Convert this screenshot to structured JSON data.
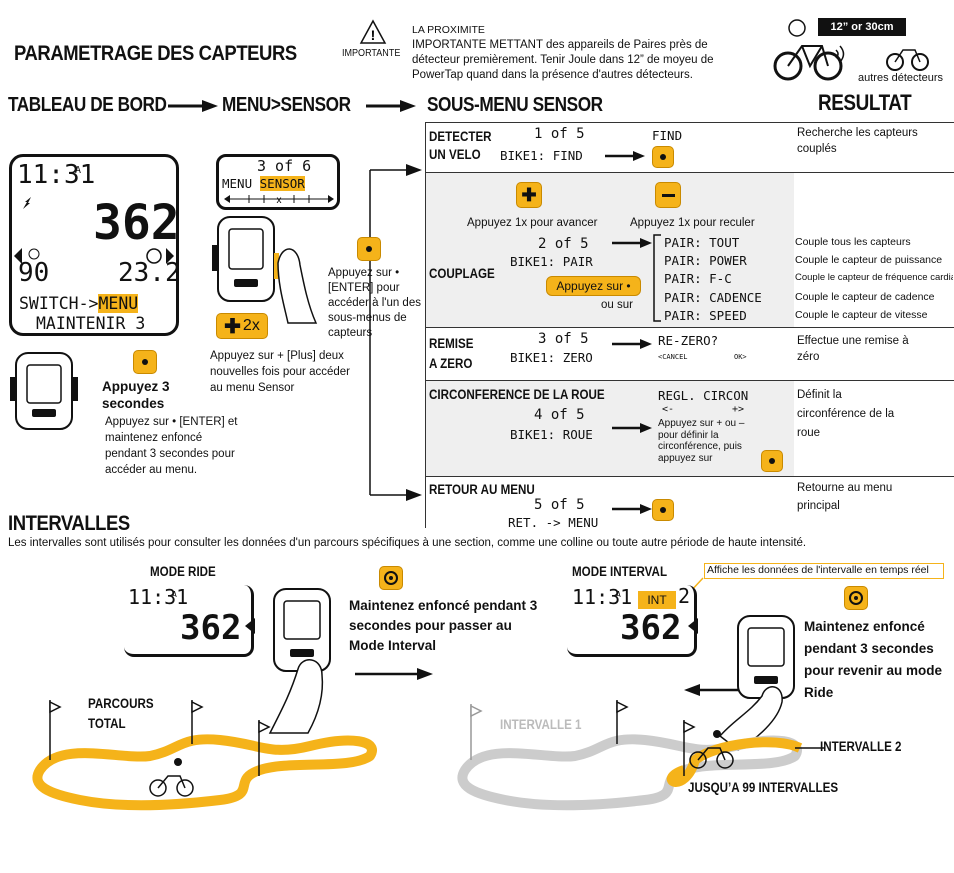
{
  "titles": {
    "param": "PARAMETRAGE DES CAPTEURS",
    "tableau": "TABLEAU DE BORD",
    "menu_sensor": "MENU>SENSOR",
    "sous_menu": "SOUS-MENU SENSOR",
    "resultat": "RESULTAT",
    "intervalles": "INTERVALLES"
  },
  "warning": {
    "label": "IMPORTANTE",
    "title": "LA PROXIMITE",
    "text": "IMPORTANTE METTANT des appareils de Paires près de détecteur premièrement. Tenir Joule dans 12” de moyeu de PowerTap quand dans la présence d'autres détecteurs."
  },
  "proximity": {
    "badge": "12” or 30cm",
    "other": "autres détecteurs"
  },
  "dash": {
    "time": "11:31",
    "ampm": "A",
    "power": "362",
    "left": "90",
    "right": "23.2",
    "line1a": "SWITCH->",
    "line1b": "MENU",
    "line2": "MAINTENIR 3"
  },
  "hold": {
    "title": "Appuyez 3 secondes",
    "text": "Appuyez sur • [ENTER] et maintenez enfoncé pendant 3 secondes pour accéder au menu."
  },
  "menu": {
    "counter": "3 of 6",
    "left": "MENU",
    "right": "SENSOR",
    "plus_label": "2x",
    "text": "Appuyez sur + [Plus] deux nouvelles fois pour accéder au menu Sensor"
  },
  "enter_note": "Appuyez sur • [ENTER] pour accéder à l'un des sous-menus de capteurs",
  "rows": {
    "detect": {
      "title1": "DETECTER",
      "title2": "UN VELO",
      "counter": "1 of 5",
      "find": "FIND",
      "bike": "BIKE1:",
      "value": "FIND",
      "result": "Recherche les capteurs couplés"
    },
    "couplage": {
      "title": "COUPLAGE",
      "avancer": "Appuyez 1x pour avancer",
      "reculer": "Appuyez 1x pour reculer",
      "counter": "2 of 5",
      "bike": "BIKE1:",
      "value": "PAIR",
      "btn": "Appuyez sur •",
      "ousur": "ou sur",
      "options": [
        "PAIR: TOUT",
        "PAIR: POWER",
        "PAIR: F-C",
        "PAIR: CADENCE",
        "PAIR: SPEED"
      ],
      "results": [
        "Couple tous les capteurs",
        "Couple le capteur de puissance",
        "Couple le capteur de fréquence cardiaque",
        "Couple le capteur de cadence",
        "Couple le capteur de vitesse"
      ]
    },
    "remise": {
      "title1": "REMISE",
      "title2": "A ZERO",
      "counter": "3 of 5",
      "bike": "BIKE1:",
      "value": "ZERO",
      "screen": "RE-ZERO?",
      "cancel": "<CANCEL",
      "ok": "OK>",
      "result": "Effectue une remise à zéro"
    },
    "circ": {
      "title": "CIRCONFERENCE DE LA ROUE",
      "screen": "REGL. CIRCON",
      "lt": "<-",
      "gt": "+>",
      "counter": "4 of 5",
      "bike": "BIKE1:",
      "value": "ROUE",
      "note": "Appuyez sur + ou – pour définir la circonférence, puis appuyez sur",
      "result": "Définit la circonférence de la roue"
    },
    "retour": {
      "title": "RETOUR AU MENU",
      "counter": "5 of 5",
      "value": "RET. -> MENU",
      "result": "Retourne au menu principal"
    }
  },
  "intervals": {
    "desc": "Les intervalles sont utilisés pour consulter les données d'un parcours spécifiques à une section, comme une colline ou toute autre période de haute intensité.",
    "mode_ride": "MODE RIDE",
    "mode_interval": "MODE INTERVAL",
    "live": "Affiche les données de l'intervalle en temps réel",
    "time": "11:31",
    "ampm": "A",
    "power": "362",
    "int": "INT",
    "int_num": "2",
    "hold_text1": "Maintenez enfoncé pendant 3 secondes pour passer au Mode Interval",
    "hold_text2": "Maintenez enfoncé pendant 3 secondes pour revenir au mode Ride",
    "parcours": "PARCOURS TOTAL",
    "int1": "INTERVALLE 1",
    "int2": "INTERVALLE 2",
    "max": "JUSQU’A 99 INTERVALLES"
  },
  "colors": {
    "accent": "#f5b31a",
    "text": "#111111",
    "grey": "#cccccc"
  }
}
